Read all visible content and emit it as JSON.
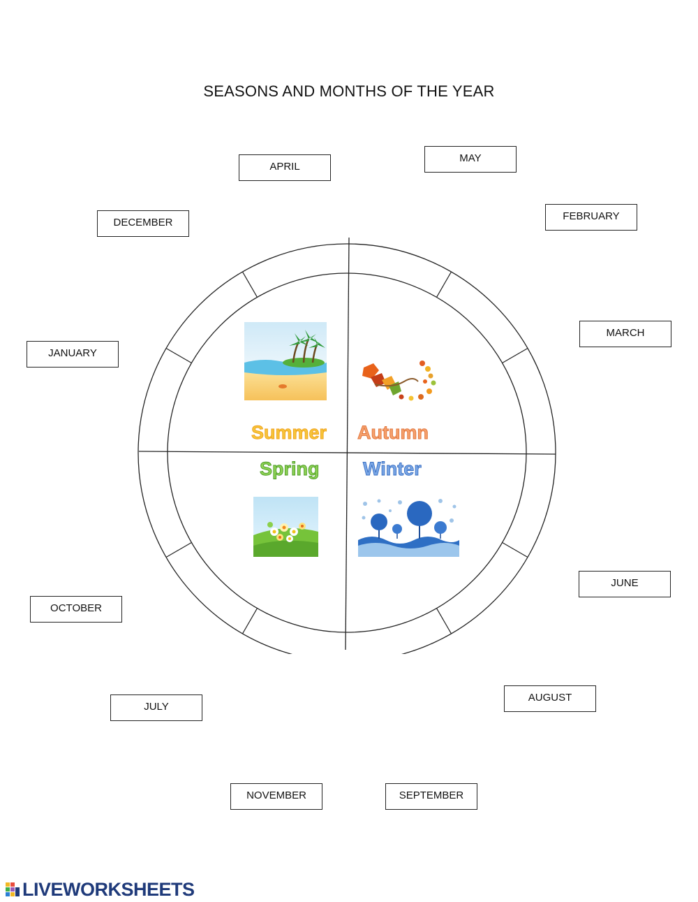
{
  "title": "SEASONS AND MONTHS OF THE YEAR",
  "months": {
    "april": "APRIL",
    "may": "MAY",
    "december": "DECEMBER",
    "february": "FEBRUARY",
    "january": "JANUARY",
    "march": "MARCH",
    "october": "OCTOBER",
    "june": "JUNE",
    "july": "JULY",
    "august": "AUGUST",
    "november": "NOVEMBER",
    "september": "SEPTEMBER"
  },
  "seasons": {
    "summer": "Summer",
    "autumn": "Autumn",
    "spring": "Spring",
    "winter": "Winter"
  },
  "colors": {
    "summer": "#f6b21a",
    "autumn": "#f08a4b",
    "spring": "#6cbf3a",
    "winter": "#3f7fd0",
    "brand": "#1f3a7a"
  },
  "brand": "LIVEWORKSHEETS"
}
